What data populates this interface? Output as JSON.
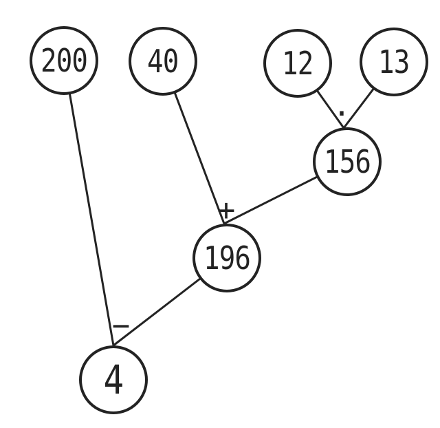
{
  "colors": {
    "ink": "#232323",
    "background": "#ffffff"
  },
  "diagram": {
    "type": "expression-tree",
    "nodes": [
      {
        "id": "200",
        "value": "200"
      },
      {
        "id": "40",
        "value": "40"
      },
      {
        "id": "12",
        "value": "12"
      },
      {
        "id": "13",
        "value": "13"
      },
      {
        "id": "156",
        "value": "156"
      },
      {
        "id": "196",
        "value": "196"
      },
      {
        "id": "4",
        "value": "4"
      }
    ],
    "operators": [
      {
        "id": "multiply",
        "symbol": "·",
        "operands": [
          "12",
          "13"
        ],
        "result": "156"
      },
      {
        "id": "add",
        "symbol": "+",
        "operands": [
          "40",
          "156"
        ],
        "result": "196"
      },
      {
        "id": "subtract",
        "symbol": "−",
        "operands": [
          "200",
          "196"
        ],
        "result": "4"
      }
    ],
    "edges": [
      {
        "from": "200",
        "to": "4"
      },
      {
        "from": "40",
        "to": "196"
      },
      {
        "from": "12",
        "to": "156"
      },
      {
        "from": "13",
        "to": "156"
      },
      {
        "from": "156",
        "to": "196"
      },
      {
        "from": "196",
        "to": "4"
      }
    ]
  }
}
